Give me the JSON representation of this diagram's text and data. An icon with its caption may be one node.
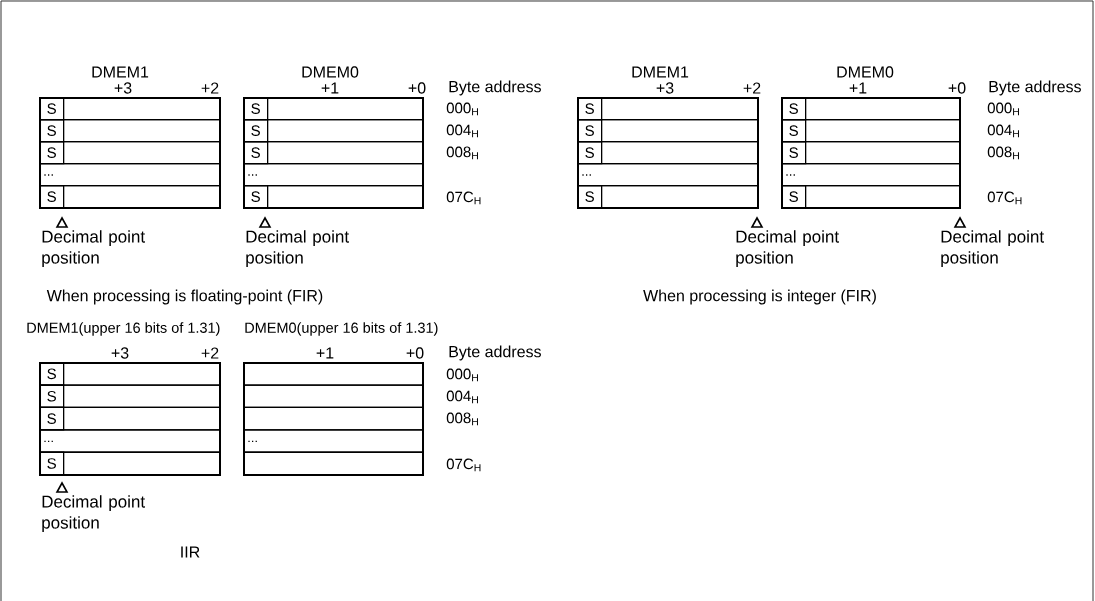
{
  "diagram": {
    "nodes": [
      {
        "text": [
          "DMEM1"
        ]
      },
      {
        "text": [],
        "shape": "box",
        "in": 0
      },
      {
        "text": [
          "S"
        ],
        "in": 1
      },
      {
        "text": [],
        "shape": "box",
        "in": 0
      },
      {
        "text": [
          "S"
        ],
        "in": 3
      },
      {
        "text": [],
        "shape": "box",
        "in": 0
      },
      {
        "text": [
          "S"
        ],
        "in": 5
      },
      {
        "text": [
          "..."
        ],
        "in": 0
      },
      {
        "text": [],
        "shape": "box",
        "in": 0
      },
      {
        "text": [
          "S"
        ],
        "in": 8
      },
      {
        "text": [
          "DMEM0"
        ]
      },
      {
        "text": [],
        "shape": "box",
        "in": 10
      },
      {
        "text": [
          "S"
        ],
        "in": 11
      },
      {
        "text": [],
        "shape": "box",
        "in": 10
      },
      {
        "text": [
          "S"
        ],
        "in": 13
      },
      {
        "text": [],
        "shape": "box",
        "in": 10
      },
      {
        "text": [
          "S"
        ],
        "in": 15
      },
      {
        "text": [
          "..."
        ],
        "in": 10
      },
      {
        "text": [],
        "shape": "box",
        "in": 10
      },
      {
        "text": [
          "S"
        ],
        "in": 18
      },
      {
        "text": [
          "DMEM1"
        ]
      },
      {
        "text": [],
        "shape": "box",
        "in": 20
      },
      {
        "text": [
          "S"
        ],
        "in": 21
      },
      {
        "text": [],
        "shape": "box",
        "in": 20
      },
      {
        "text": [
          "S"
        ],
        "in": 23
      },
      {
        "text": [],
        "shape": "box",
        "in": 20
      },
      {
        "text": [
          "S"
        ],
        "in": 25
      },
      {
        "text": [
          "..."
        ],
        "in": 20
      },
      {
        "text": [],
        "shape": "box",
        "in": 20
      },
      {
        "text": [
          "S"
        ],
        "in": 28
      },
      {
        "text": [
          "DMEM0"
        ]
      },
      {
        "text": [],
        "shape": "box",
        "in": 30
      },
      {
        "text": [
          "S"
        ],
        "in": 31
      },
      {
        "text": [],
        "shape": "box",
        "in": 30
      },
      {
        "text": [
          "S"
        ],
        "in": 33
      },
      {
        "text": [],
        "shape": "box",
        "in": 30
      },
      {
        "text": [
          "S"
        ],
        "in": 35
      },
      {
        "text": [
          "..."
        ],
        "in": 30
      },
      {
        "text": [],
        "shape": "box",
        "in": 30
      },
      {
        "text": [
          "S"
        ],
        "in": 38
      },
      {
        "text": [
          "DMEM1(upper 16 bits of 1.31)"
        ]
      },
      {
        "text": [],
        "shape": "box",
        "in": 40
      },
      {
        "text": [
          "S"
        ],
        "in": 41
      },
      {
        "text": [],
        "shape": "box",
        "in": 40
      },
      {
        "text": [
          "S"
        ],
        "in": 43
      },
      {
        "text": [],
        "shape": "box",
        "in": 40
      },
      {
        "text": [
          "S"
        ],
        "in": 45
      },
      {
        "text": [
          "..."
        ],
        "in": 40
      },
      {
        "text": [],
        "shape": "box",
        "in": 40
      },
      {
        "text": [
          "S"
        ],
        "in": 48
      },
      {
        "text": [
          "DMEM0(upper 16 bits of 1.31)"
        ]
      },
      {
        "text": [],
        "shape": "box",
        "in": 50
      },
      {
        "text": [],
        "shape": "box",
        "in": 50
      },
      {
        "text": [],
        "shape": "box",
        "in": 50
      },
      {
        "text": [
          "..."
        ],
        "in": 50
      },
      {
        "text": [],
        "shape": "box",
        "in": 50
      }
    ],
    "labels": [
      "+3",
      "+2",
      "+1",
      "+0",
      "Byte address",
      "+3",
      "+2",
      "+1",
      "+0",
      "Byte address",
      "000$_{H}$",
      "000$_{H}$",
      "004$_{H}$",
      "004$_{H}$",
      "008$_{H}$",
      "008$_{H}$",
      "07C$_{H}$",
      "07C$_{H}$",
      "Decimal point position",
      "Decimal point position",
      "Decimal point position",
      "Decimal point position",
      "When processing is floating-point (FIR)",
      "When processing is integer (FIR)",
      "+3",
      "+2",
      "+1",
      "+0",
      "Byte address",
      "000$_{H}$",
      "004$_{H}$",
      "008$_{H}$",
      "07C$_{H}$",
      "Decimal point position",
      "IIR"
    ]
  }
}
